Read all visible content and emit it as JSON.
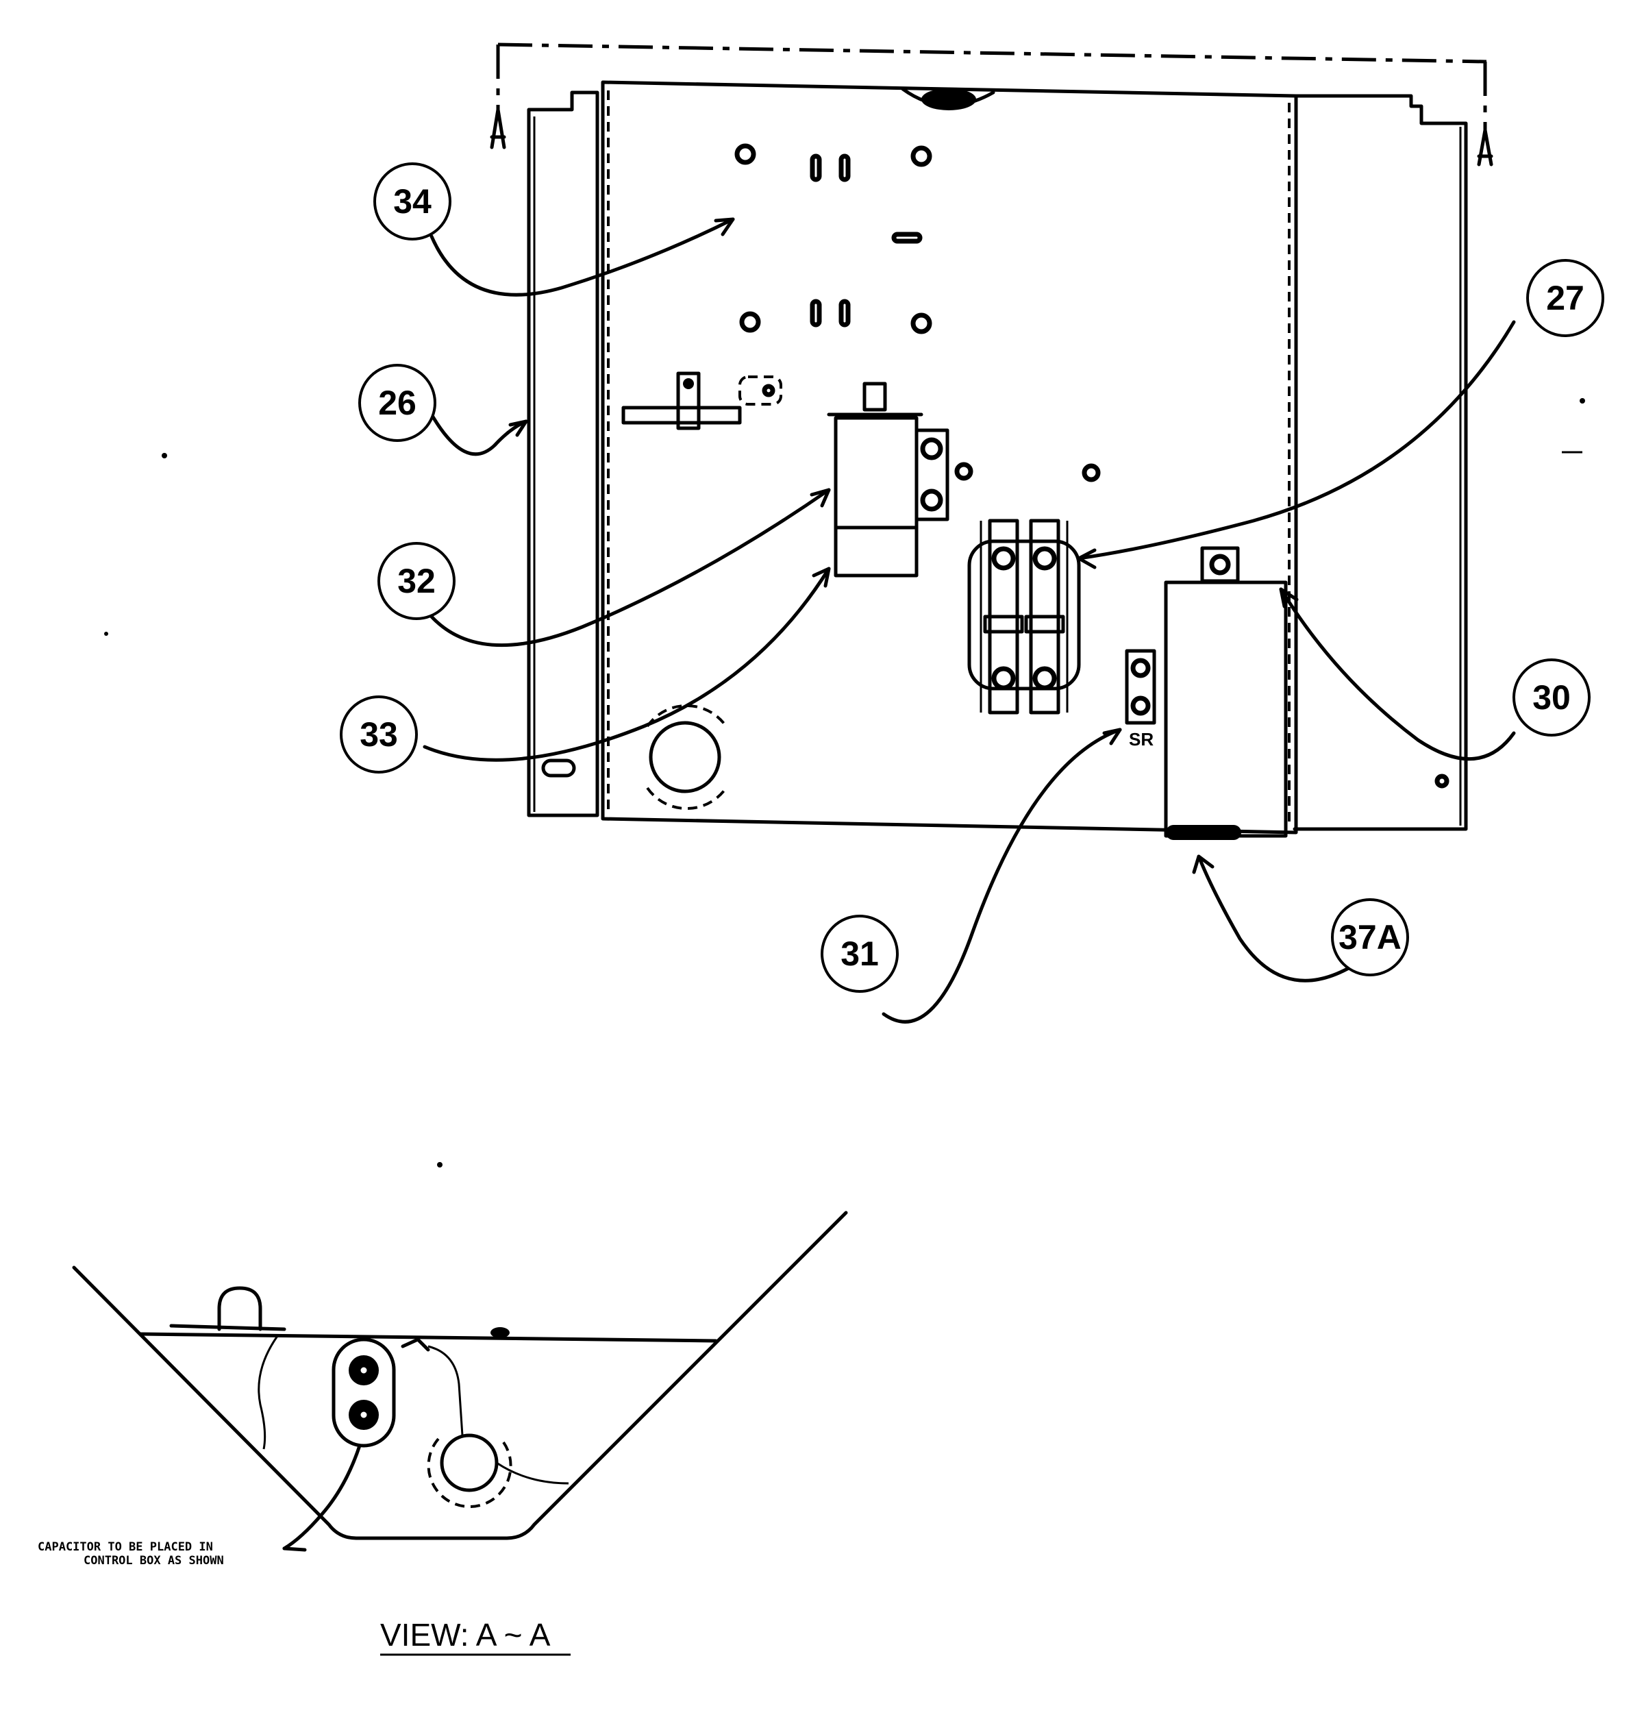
{
  "callouts": [
    {
      "id": "callout-34",
      "label": "34"
    },
    {
      "id": "callout-26",
      "label": "26"
    },
    {
      "id": "callout-32",
      "label": "32"
    },
    {
      "id": "callout-33",
      "label": "33"
    },
    {
      "id": "callout-27",
      "label": "27"
    },
    {
      "id": "callout-30",
      "label": "30"
    },
    {
      "id": "callout-31",
      "label": "31"
    },
    {
      "id": "callout-37a",
      "label": "37A"
    }
  ],
  "terminal_label": "SR",
  "note": {
    "line1": "CAPACITOR TO BE PLACED IN",
    "line2": "CONTROL BOX AS SHOWN"
  },
  "view_label": "VIEW: A ~ A",
  "section_marks": [
    "A",
    "A"
  ]
}
